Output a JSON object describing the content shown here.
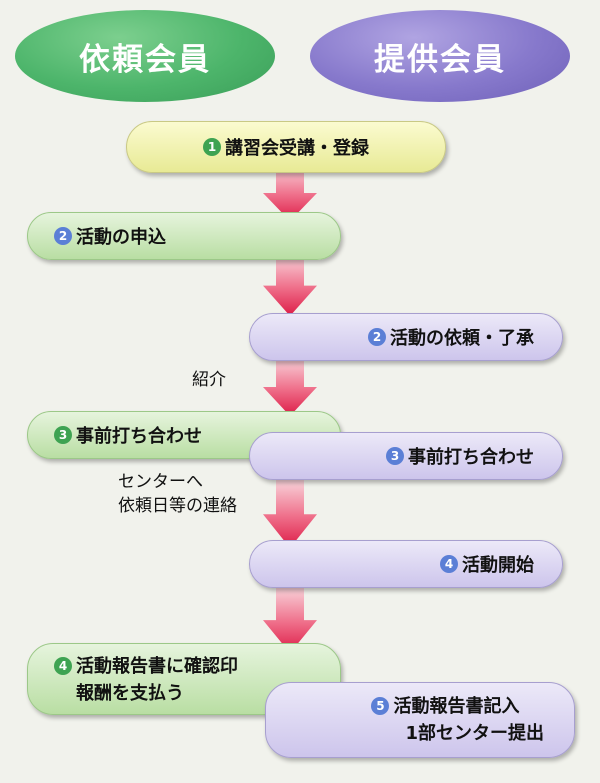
{
  "headers": {
    "requester": "依頼会員",
    "provider": "提供会員"
  },
  "steps": [
    {
      "num": "1",
      "text": "講習会受講・登録"
    },
    {
      "num": "2",
      "text": "活動の申込"
    },
    {
      "num": "2",
      "text": "活動の依頼・了承"
    },
    {
      "num": "3",
      "text": "事前打ち合わせ"
    },
    {
      "num": "3",
      "text": "事前打ち合わせ"
    },
    {
      "num": "4",
      "text": "活動開始"
    },
    {
      "num": "4",
      "line1": "活動報告書に確認印",
      "line2": "報酬を支払う"
    },
    {
      "num": "5",
      "line1": "活動報告書記入",
      "line2": "1部センター提出"
    }
  ],
  "notes": {
    "introduction": "紹介",
    "contact_line1": "センターへ",
    "contact_line2": "依頼日等の連絡"
  },
  "colors": {
    "requester": "#4db56b",
    "provider": "#8779cc",
    "arrow": "#e0254e"
  }
}
